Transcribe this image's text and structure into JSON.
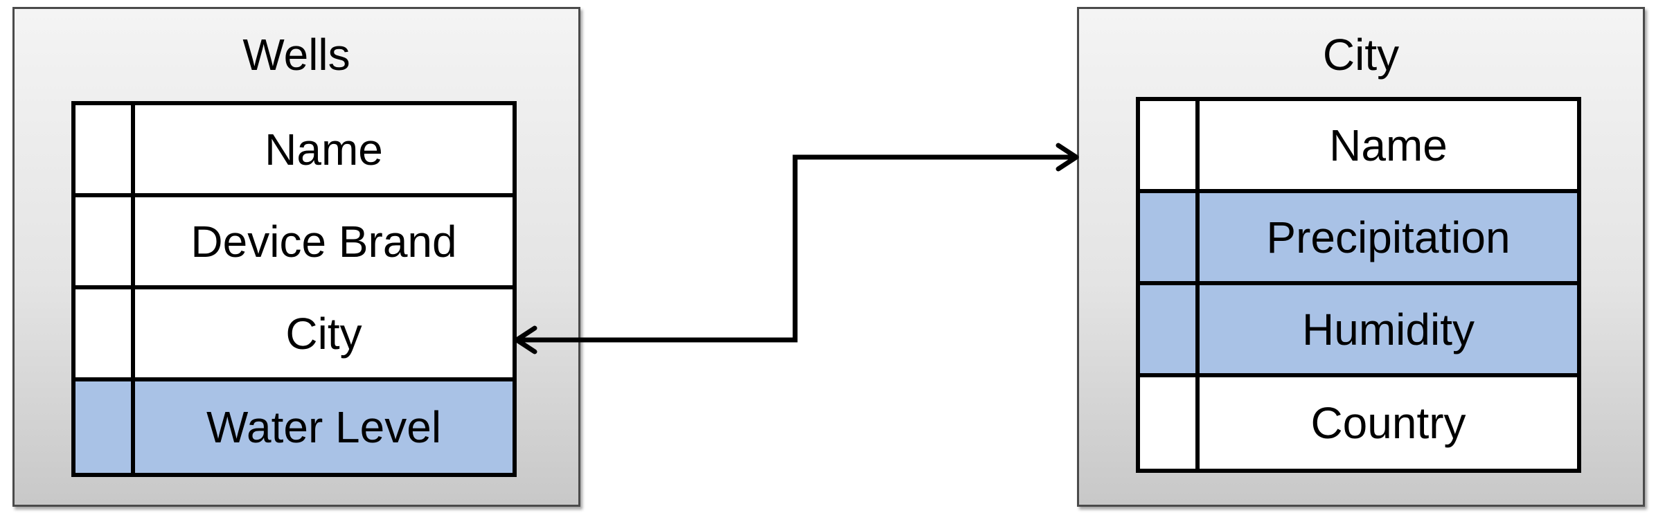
{
  "entities": {
    "wells": {
      "title": "Wells",
      "fields": [
        {
          "label": "Name",
          "highlighted": false
        },
        {
          "label": "Device Brand",
          "highlighted": false
        },
        {
          "label": "City",
          "highlighted": false
        },
        {
          "label": "Water Level",
          "highlighted": true
        }
      ]
    },
    "city": {
      "title": "City",
      "fields": [
        {
          "label": "Name",
          "highlighted": false
        },
        {
          "label": "Precipitation",
          "highlighted": true
        },
        {
          "label": "Humidity",
          "highlighted": true
        },
        {
          "label": "Country",
          "highlighted": false
        }
      ]
    }
  },
  "relationship": {
    "from": "wells.City",
    "to": "city",
    "direction": "bidirectional"
  },
  "colors": {
    "highlight": "#a9c2e6",
    "border": "#000000",
    "line": "#000000"
  }
}
